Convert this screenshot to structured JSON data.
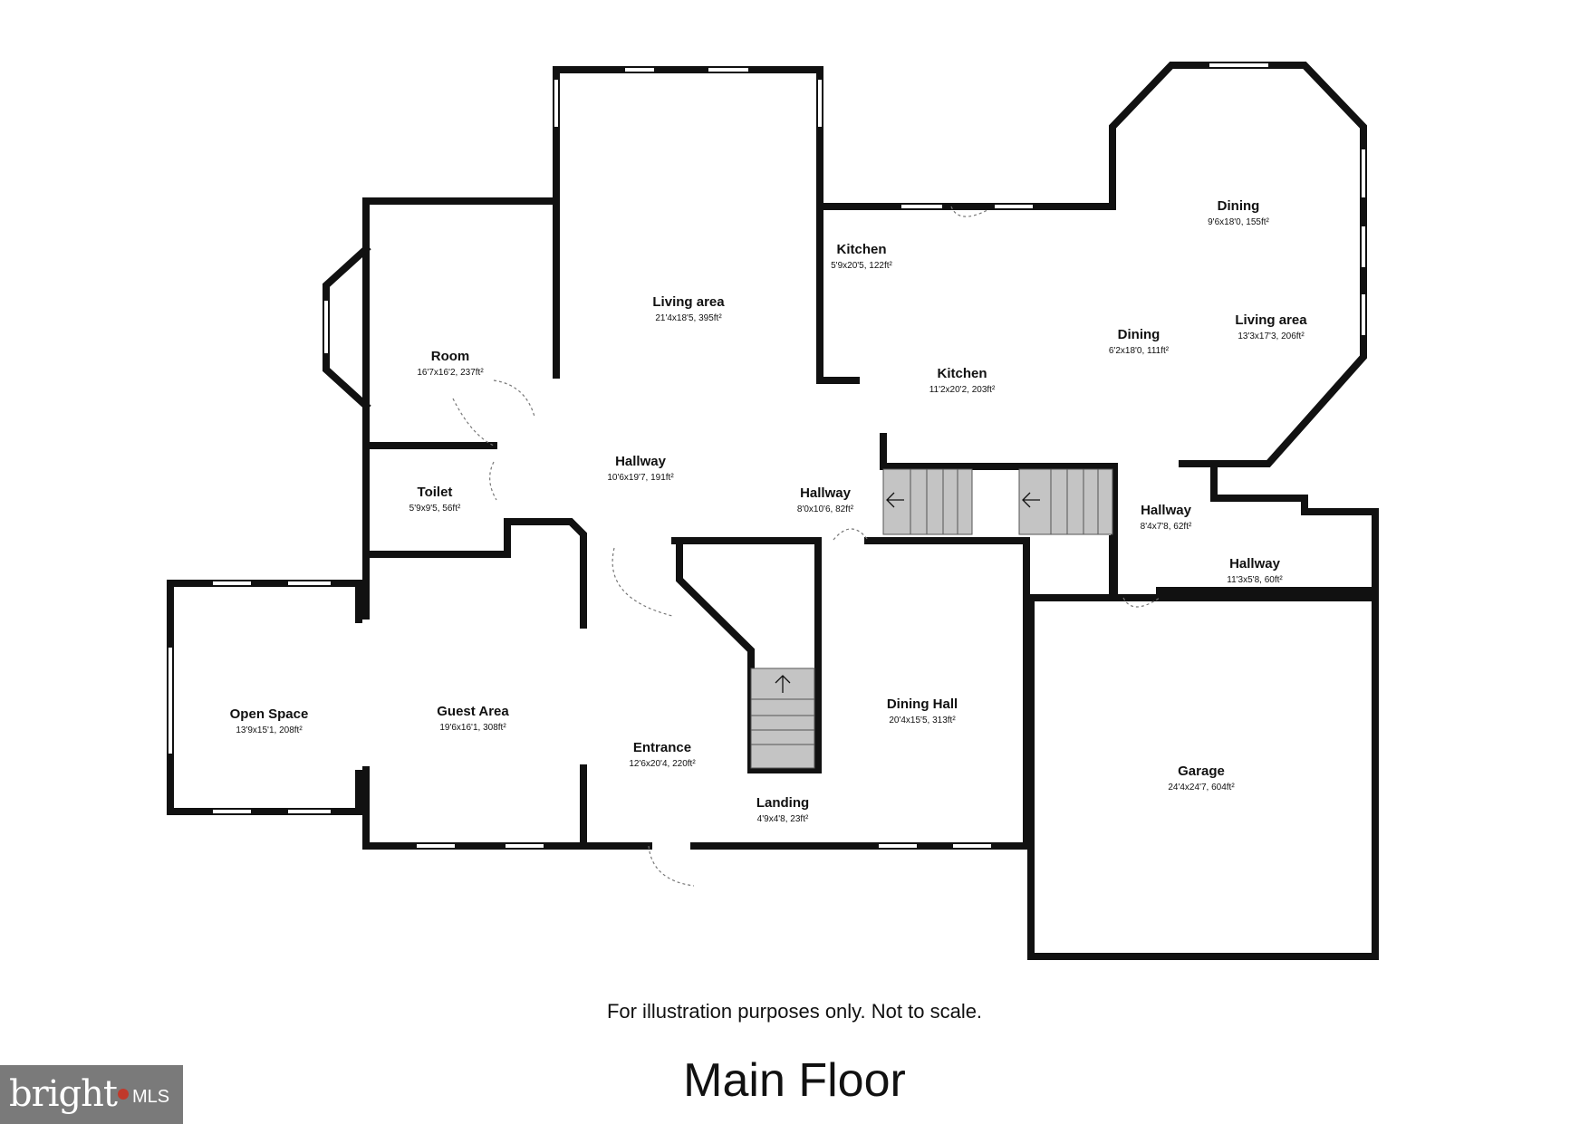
{
  "plan": {
    "floor_title": "Main Floor",
    "disclaimer": "For illustration purposes only. Not to scale.",
    "rooms": [
      {
        "id": "living-area-1",
        "name": "Living area",
        "dims": "21'4x18'5, 395ft²"
      },
      {
        "id": "room",
        "name": "Room",
        "dims": "16'7x16'2, 237ft²"
      },
      {
        "id": "kitchen-1",
        "name": "Kitchen",
        "dims": "5'9x20'5, 122ft²"
      },
      {
        "id": "kitchen-2",
        "name": "Kitchen",
        "dims": "11'2x20'2, 203ft²"
      },
      {
        "id": "dining-1",
        "name": "Dining",
        "dims": "9'6x18'0, 155ft²"
      },
      {
        "id": "dining-2",
        "name": "Dining",
        "dims": "6'2x18'0, 111ft²"
      },
      {
        "id": "living-area-2",
        "name": "Living area",
        "dims": "13'3x17'3, 206ft²"
      },
      {
        "id": "hallway-1",
        "name": "Hallway",
        "dims": "10'6x19'7, 191ft²"
      },
      {
        "id": "toilet",
        "name": "Toilet",
        "dims": "5'9x9'5, 56ft²"
      },
      {
        "id": "hallway-2",
        "name": "Hallway",
        "dims": "8'0x10'6, 82ft²"
      },
      {
        "id": "hallway-3",
        "name": "Hallway",
        "dims": "8'4x7'8, 62ft²"
      },
      {
        "id": "hallway-4",
        "name": "Hallway",
        "dims": "11'3x5'8, 60ft²"
      },
      {
        "id": "open-space",
        "name": "Open Space",
        "dims": "13'9x15'1, 208ft²"
      },
      {
        "id": "guest-area",
        "name": "Guest Area",
        "dims": "19'6x16'1, 308ft²"
      },
      {
        "id": "entrance",
        "name": "Entrance",
        "dims": "12'6x20'4, 220ft²"
      },
      {
        "id": "dining-hall",
        "name": "Dining Hall",
        "dims": "20'4x15'5, 313ft²"
      },
      {
        "id": "landing",
        "name": "Landing",
        "dims": "4'9x4'8, 23ft²"
      },
      {
        "id": "garage",
        "name": "Garage",
        "dims": "24'4x24'7, 604ft²"
      }
    ]
  },
  "logo": {
    "brand": "bright",
    "suffix": "MLS"
  },
  "colors": {
    "wall": "#111111",
    "window": "#ffffff",
    "stair_fill": "#c4c4c4",
    "logo_bg": "#7a7a7a"
  }
}
